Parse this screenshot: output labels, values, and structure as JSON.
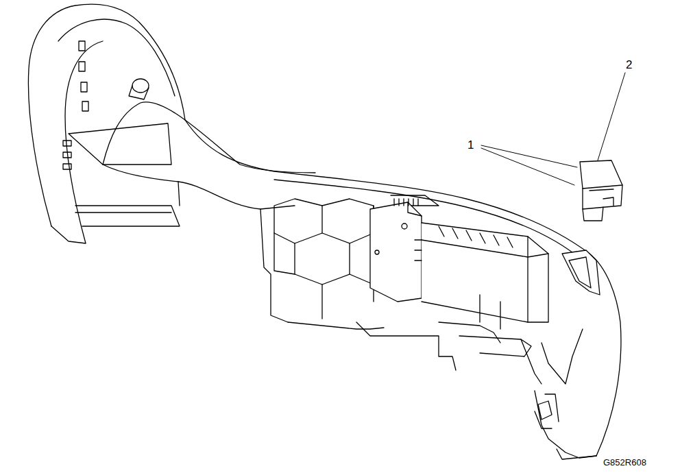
{
  "diagram": {
    "labels": [
      "1",
      "2",
      "G852R608"
    ]
  }
}
